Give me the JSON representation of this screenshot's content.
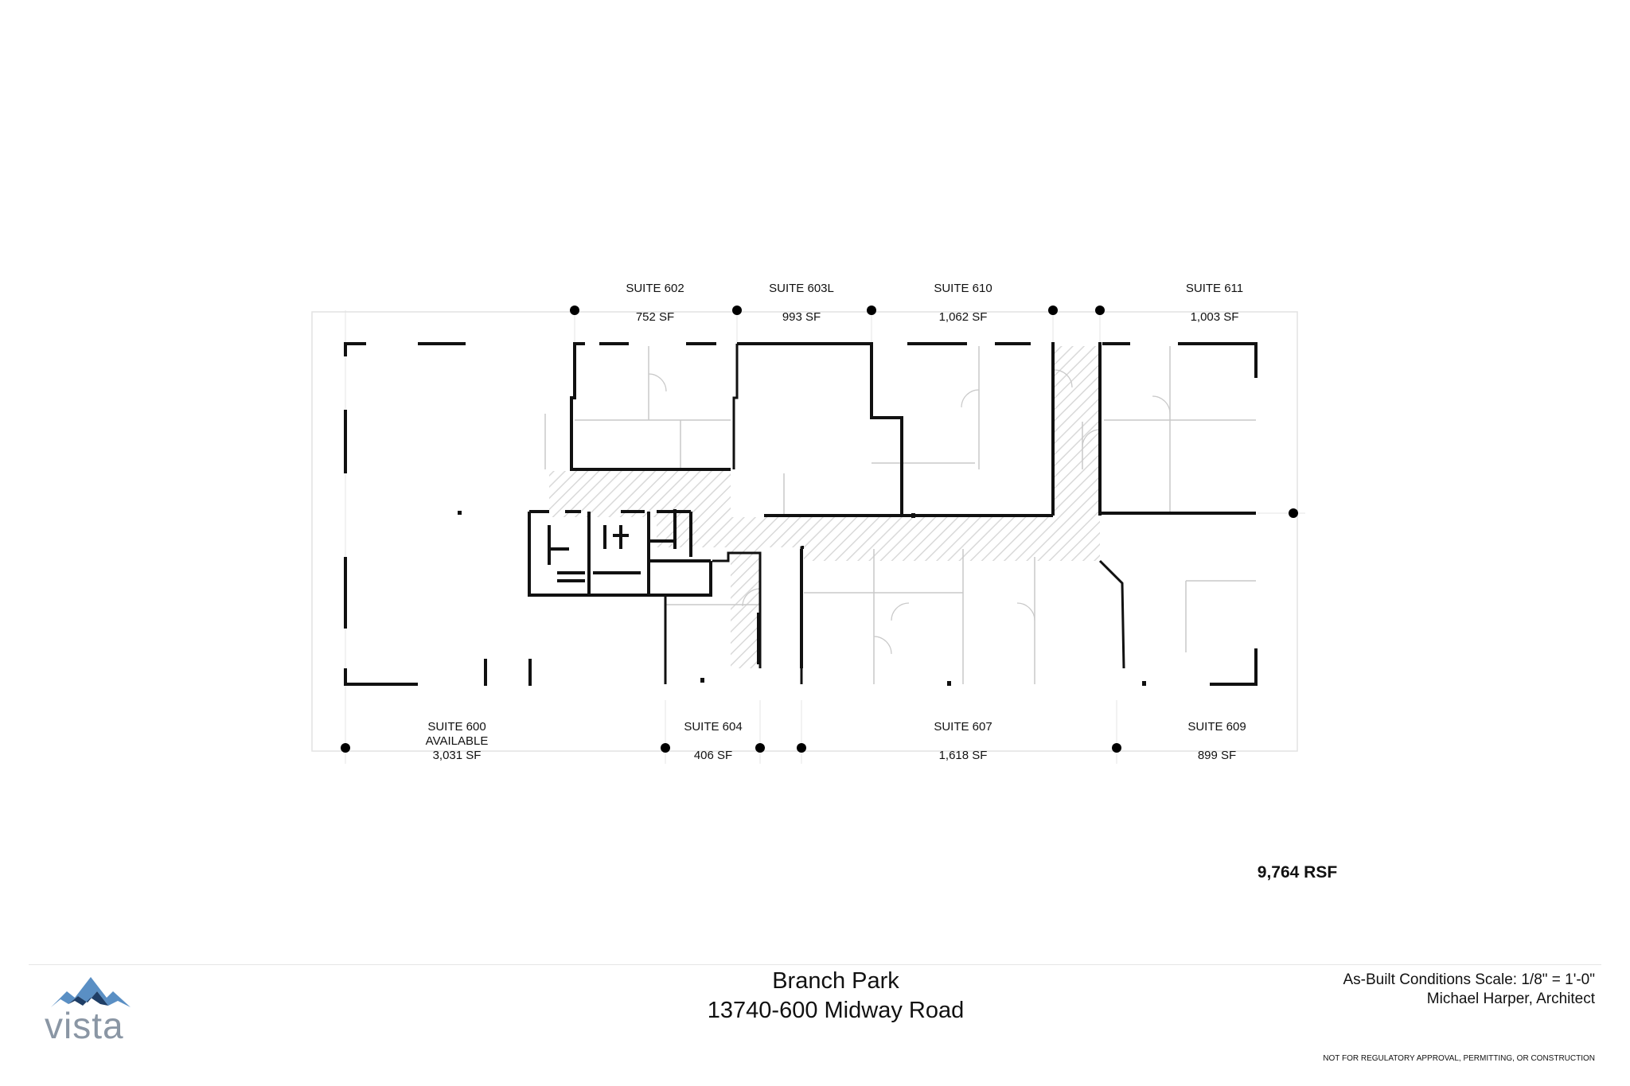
{
  "suites_top": [
    {
      "name": "SUITE 602",
      "area": "752 SF"
    },
    {
      "name": "SUITE 603L",
      "area": "993 SF"
    },
    {
      "name": "SUITE 610",
      "area": "1,062 SF"
    },
    {
      "name": "SUITE 611",
      "area": "1,003 SF"
    }
  ],
  "suites_bottom": [
    {
      "name": "SUITE 600",
      "status": "AVAILABLE",
      "area": "3,031 SF"
    },
    {
      "name": "SUITE 604",
      "area": "406 SF"
    },
    {
      "name": "SUITE 607",
      "area": "1,618 SF"
    },
    {
      "name": "SUITE 609",
      "area": "899 SF"
    }
  ],
  "total_area": "9,764 RSF",
  "footer": {
    "building": "Branch Park",
    "address": "13740-600 Midway Road",
    "scale_note": "As-Built Conditions Scale: 1/8\" = 1'-0\"",
    "architect": "Michael Harper, Architect",
    "disclaimer": "NOT FOR REGULATORY APPROVAL, PERMITTING, OR CONSTRUCTION"
  },
  "logo": {
    "word": "vista",
    "color_dark": "#1f3e66",
    "color_light": "#5a8fc4"
  }
}
